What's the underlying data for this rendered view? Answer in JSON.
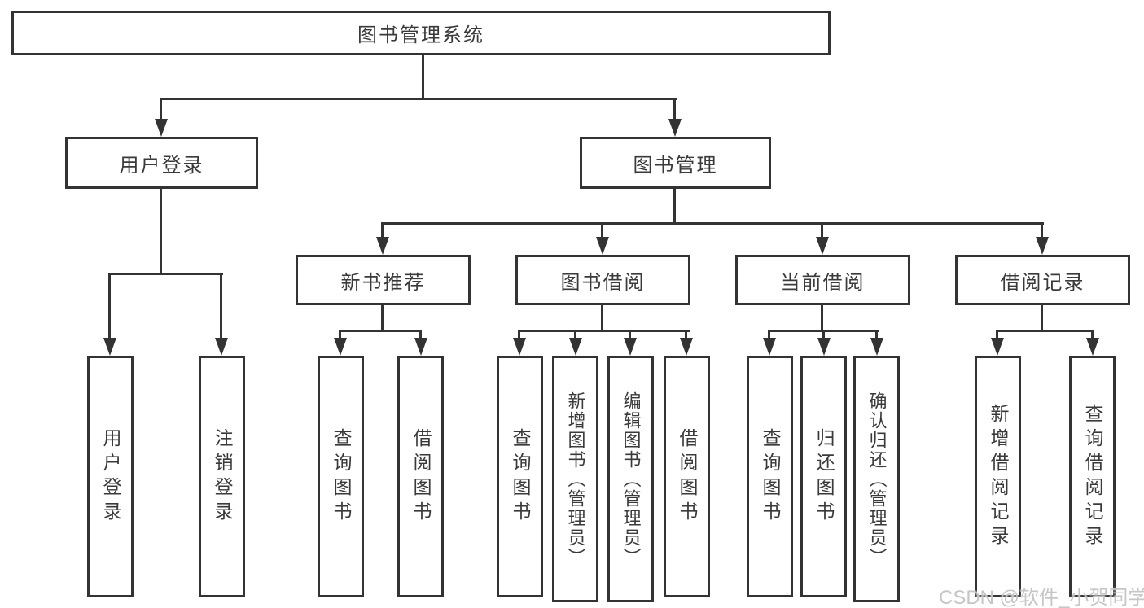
{
  "tree": {
    "root": {
      "label": "图书管理系统",
      "children": [
        {
          "label": "用户登录",
          "children": [
            {
              "label": "用户登录"
            },
            {
              "label": "注销登录"
            }
          ]
        },
        {
          "label": "图书管理",
          "children": [
            {
              "label": "新书推荐",
              "children": [
                {
                  "label": "查询图书"
                },
                {
                  "label": "借阅图书"
                }
              ]
            },
            {
              "label": "图书借阅",
              "children": [
                {
                  "label": "查询图书"
                },
                {
                  "label": "新增图书（管理员）"
                },
                {
                  "label": "编辑图书（管理员）"
                },
                {
                  "label": "借阅图书"
                }
              ]
            },
            {
              "label": "当前借阅",
              "children": [
                {
                  "label": "查询图书"
                },
                {
                  "label": "归还图书"
                },
                {
                  "label": "确认归还（管理员）"
                }
              ]
            },
            {
              "label": "借阅记录",
              "children": [
                {
                  "label": "新增借阅记录"
                },
                {
                  "label": "查询借阅记录"
                }
              ]
            }
          ]
        }
      ]
    }
  },
  "watermark": {
    "text": "CSDN @软件_小贺同学"
  },
  "colors": {
    "line": "#333333",
    "box_border": "#333333",
    "text": "#3a3a3a",
    "background": "#ffffff",
    "watermark_gray": "#c1c1c1"
  }
}
